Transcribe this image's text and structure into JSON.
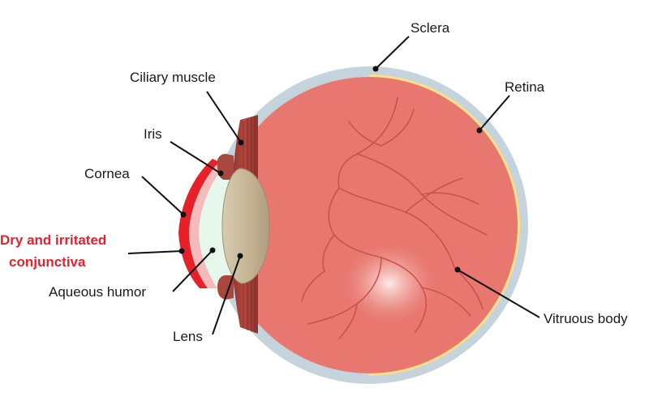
{
  "colors": {
    "sclera": "#c5d3dc",
    "vitreous": "#e8776f",
    "retina": "#fbe088",
    "lens": "#c9b99a",
    "iris": "#a8473e",
    "ciliary_muscle": "#9c3b35",
    "aqueous_humor": "#e6f7ec",
    "conjunctiva_alert": "#e8202a",
    "vessels": "#c9504c"
  },
  "labels": {
    "sclera": "Sclera",
    "retina": "Retina",
    "ciliary_muscle": "Ciliary muscle",
    "iris": "Iris",
    "cornea": "Cornea",
    "conjunctiva_line1": "Dry and irritated",
    "conjunctiva_line2": "conjunctiva",
    "aqueous_humor": "Aqueous humor",
    "lens": "Lens",
    "vitreous_body": "Vitruous body"
  }
}
